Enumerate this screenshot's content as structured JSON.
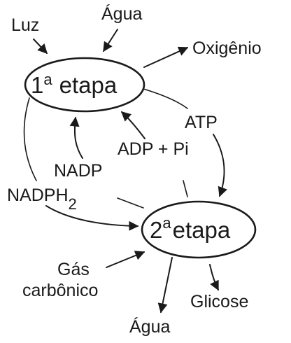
{
  "stage1": {
    "number": "1",
    "sup": "a",
    "label": "etapa"
  },
  "stage2": {
    "number": "2",
    "sup": "a",
    "label": "etapa"
  },
  "inputs": {
    "luz": "Luz",
    "agua_top": "Água",
    "gas_line1": "Gás",
    "gas_line2": "carbônico"
  },
  "outputs": {
    "oxigenio": "Oxigênio",
    "glicose": "Glicose",
    "agua_bottom": "Água"
  },
  "cycle": {
    "atp": "ATP",
    "adp_pi": "ADP + Pi",
    "nadp": "NADP",
    "nadph": "NADPH",
    "nadph_sub": "2"
  }
}
